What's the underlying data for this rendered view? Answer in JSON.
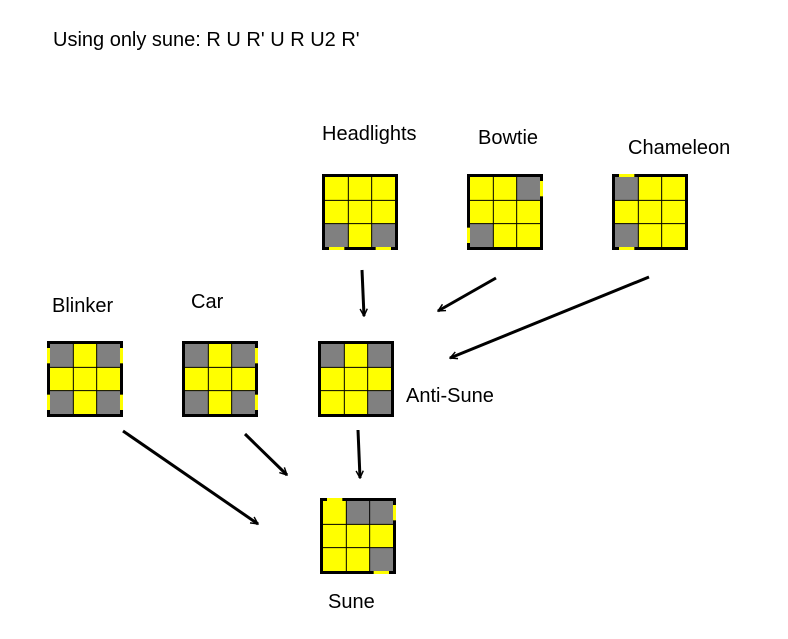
{
  "heading": "Using only sune: R U R' U R U2 R'",
  "colors": {
    "yellow": "#ffff00",
    "gray": "#808080",
    "grid": "#000000",
    "arrow": "#000000"
  },
  "cases": {
    "headlights": {
      "label": "Headlights",
      "top": [
        "Y",
        "Y",
        "Y",
        "Y",
        "Y",
        "Y",
        "G",
        "Y",
        "G"
      ],
      "side_stickers": {
        "top": [],
        "right": [],
        "bottom": [
          0,
          2
        ],
        "left": []
      }
    },
    "bowtie": {
      "label": "Bowtie",
      "top": [
        "Y",
        "Y",
        "G",
        "Y",
        "Y",
        "Y",
        "G",
        "Y",
        "Y"
      ],
      "side_stickers": {
        "top": [],
        "right": [
          0
        ],
        "bottom": [],
        "left": [
          2
        ]
      }
    },
    "chameleon": {
      "label": "Chameleon",
      "top": [
        "G",
        "Y",
        "Y",
        "Y",
        "Y",
        "Y",
        "G",
        "Y",
        "Y"
      ],
      "side_stickers": {
        "top": [
          0
        ],
        "right": [],
        "bottom": [
          0
        ],
        "left": []
      }
    },
    "blinker": {
      "label": "Blinker",
      "top": [
        "G",
        "Y",
        "G",
        "Y",
        "Y",
        "Y",
        "G",
        "Y",
        "G"
      ],
      "side_stickers": {
        "top": [],
        "right": [
          0,
          2
        ],
        "bottom": [],
        "left": [
          0,
          2
        ]
      }
    },
    "car": {
      "label": "Car",
      "top": [
        "G",
        "Y",
        "G",
        "Y",
        "Y",
        "Y",
        "G",
        "Y",
        "G"
      ],
      "side_stickers": {
        "top": [],
        "right": [
          0,
          2
        ],
        "bottom": [],
        "left": []
      }
    },
    "anti_sune": {
      "label": "Anti-Sune",
      "top": [
        "G",
        "Y",
        "G",
        "Y",
        "Y",
        "Y",
        "Y",
        "Y",
        "G"
      ],
      "side_stickers": {
        "top": [],
        "right": [],
        "bottom": [],
        "left": []
      }
    },
    "sune": {
      "label": "Sune",
      "top": [
        "Y",
        "G",
        "G",
        "Y",
        "Y",
        "Y",
        "Y",
        "Y",
        "G"
      ],
      "side_stickers": {
        "top": [
          0
        ],
        "right": [
          0
        ],
        "bottom": [
          2
        ],
        "left": []
      }
    }
  },
  "transitions": [
    {
      "from": "headlights",
      "to": "anti_sune"
    },
    {
      "from": "bowtie",
      "to": "anti_sune"
    },
    {
      "from": "chameleon",
      "to": "anti_sune"
    },
    {
      "from": "anti_sune",
      "to": "sune"
    },
    {
      "from": "blinker",
      "to": "sune"
    },
    {
      "from": "car",
      "to": "sune"
    }
  ]
}
